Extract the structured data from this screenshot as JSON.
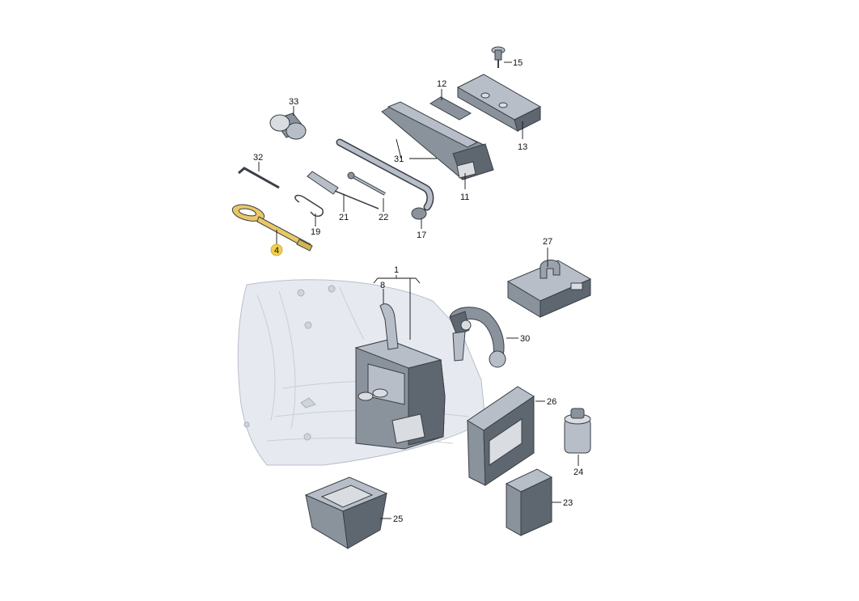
{
  "colors": {
    "highlight": "#f2cf4a",
    "highlight_part": "#e9c866",
    "part_dark": "#5e6670",
    "part_mid": "#8a929c",
    "part_light": "#b7bec7",
    "floor": "#e6e9ef"
  },
  "labels": [
    {
      "id": "l15",
      "text": "15"
    },
    {
      "id": "l12",
      "text": "12"
    },
    {
      "id": "l33",
      "text": "33"
    },
    {
      "id": "l13",
      "text": "13"
    },
    {
      "id": "l31",
      "text": "31"
    },
    {
      "id": "l32",
      "text": "32"
    },
    {
      "id": "l11",
      "text": "11"
    },
    {
      "id": "l21",
      "text": "21"
    },
    {
      "id": "l22",
      "text": "22"
    },
    {
      "id": "l19",
      "text": "19"
    },
    {
      "id": "l17",
      "text": "17"
    },
    {
      "id": "l4",
      "text": "4",
      "highlighted": true
    },
    {
      "id": "l27",
      "text": "27"
    },
    {
      "id": "l1",
      "text": "1"
    },
    {
      "id": "l8",
      "text": "8"
    },
    {
      "id": "l30",
      "text": "30"
    },
    {
      "id": "l26",
      "text": "26"
    },
    {
      "id": "l24",
      "text": "24"
    },
    {
      "id": "l25",
      "text": "25"
    },
    {
      "id": "l23",
      "text": "23"
    }
  ]
}
